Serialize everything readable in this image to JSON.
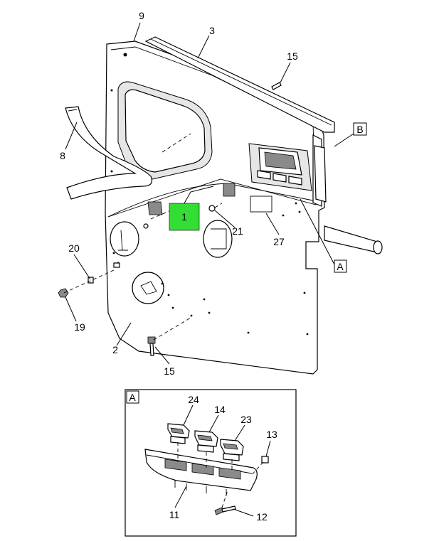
{
  "callouts": {
    "c1": "1",
    "c2": "2",
    "c3": "3",
    "c8": "8",
    "c9": "9",
    "c11": "11",
    "c12": "12",
    "c13": "13",
    "c14": "14",
    "c15a": "15",
    "c15b": "15",
    "c19": "19",
    "c20": "20",
    "c21": "21",
    "c23": "23",
    "c24": "24",
    "c27": "27"
  },
  "view_labels": {
    "A_main": "A",
    "B_main": "B",
    "A_detail": "A"
  },
  "colors": {
    "highlight": "#33dd33",
    "line": "#000000",
    "background": "#ffffff"
  }
}
